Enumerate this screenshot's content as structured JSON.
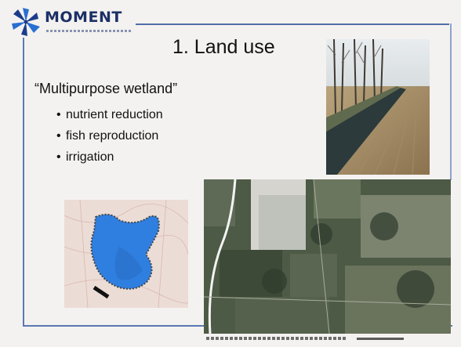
{
  "logo": {
    "name": "MOMENT"
  },
  "slide": {
    "title": "1. Land use",
    "heading": "“Multipurpose wetland”",
    "bullets": [
      "nutrient reduction",
      "fish reproduction",
      "irrigation"
    ],
    "bullet_char": "•"
  },
  "colors": {
    "frame": "#5b78b3",
    "logo_text": "#1c2f66",
    "wetland_water": "#2f7fe0"
  },
  "images": {
    "photo": "wetland-ditch-photo",
    "map": "wetland-outline-map",
    "aerial": "aerial-landscape-photo"
  }
}
